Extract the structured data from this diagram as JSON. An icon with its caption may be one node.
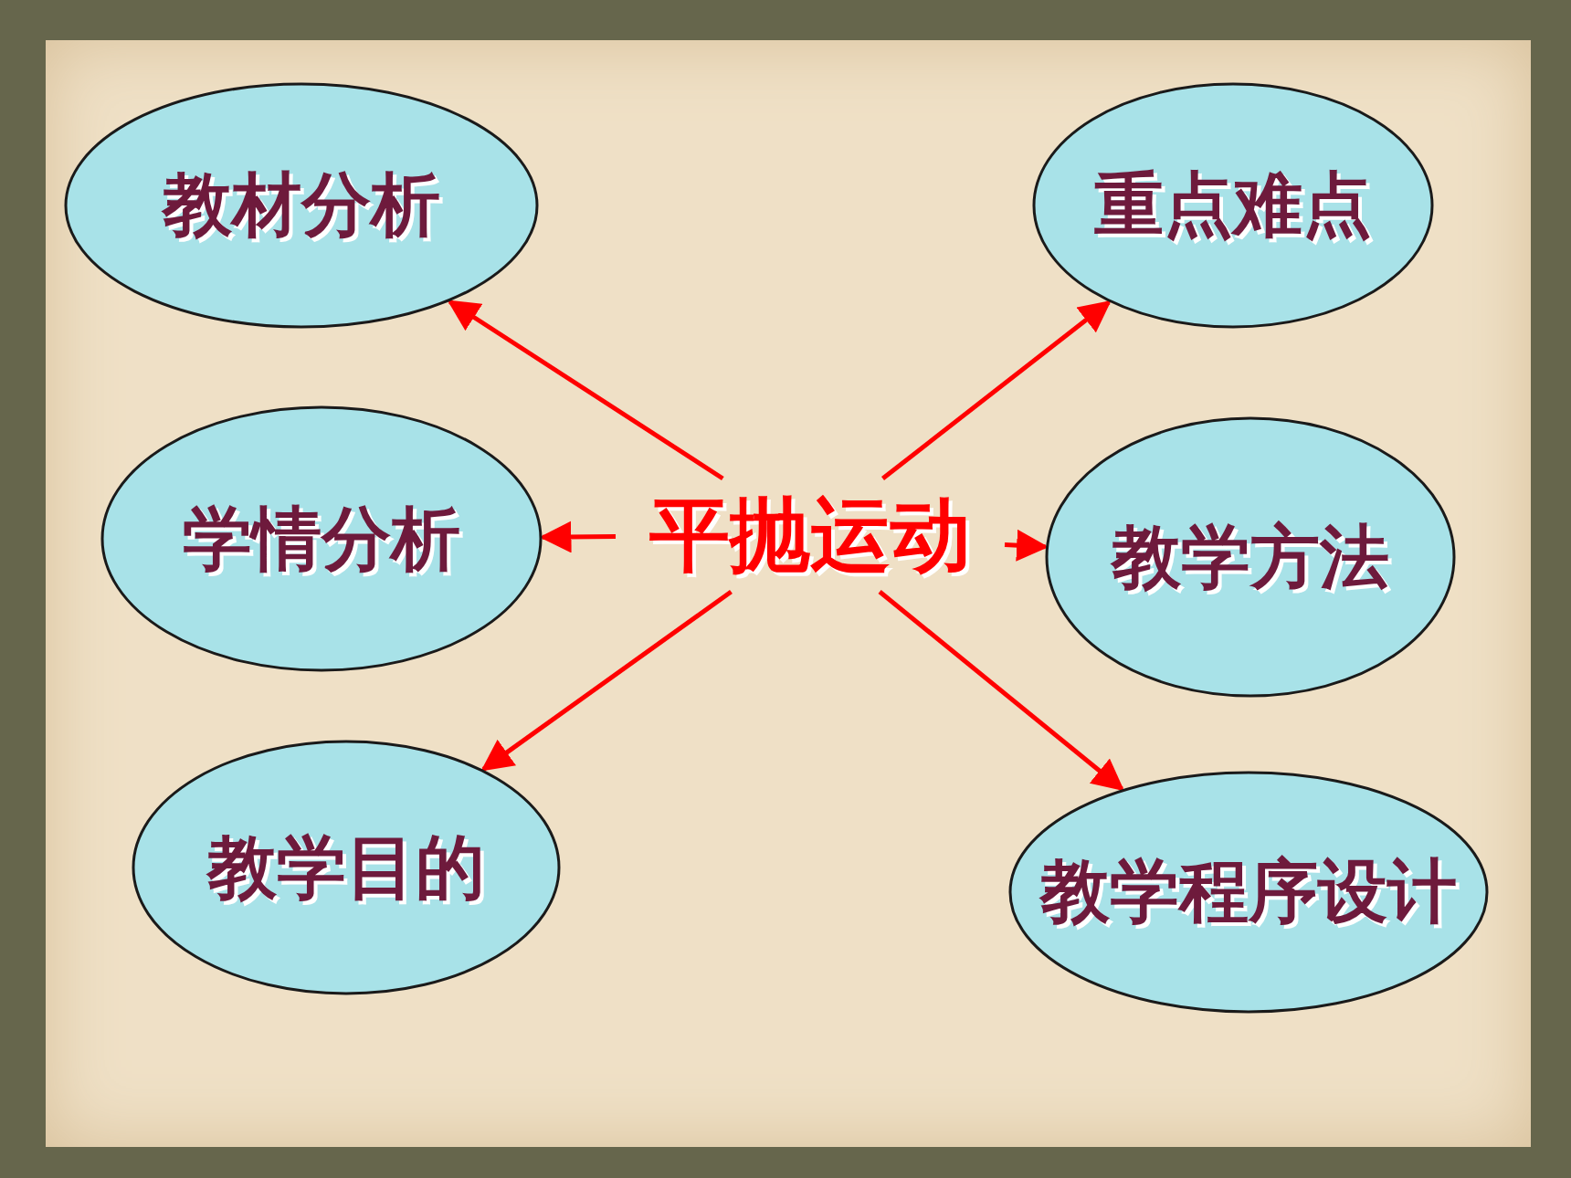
{
  "diagram": {
    "nodes": [
      {
        "text": [
          "教材分析"
        ]
      },
      {
        "text": [
          "重点难点"
        ]
      },
      {
        "text": [
          "学情分析"
        ]
      },
      {
        "text": [
          "平抛运动"
        ]
      },
      {
        "text": [
          "教学方法"
        ]
      },
      {
        "text": [
          "教学目的"
        ]
      },
      {
        "text": [
          "教学程序设计"
        ]
      }
    ],
    "edges": [
      {
        "from": 3,
        "to": 0,
        "arrow": "to"
      },
      {
        "from": 3,
        "to": 1,
        "arrow": "to"
      },
      {
        "from": 3,
        "to": 2,
        "arrow": "to"
      },
      {
        "from": 3,
        "to": 4,
        "arrow": "to"
      },
      {
        "from": 3,
        "to": 5,
        "arrow": "to"
      },
      {
        "from": 3,
        "to": 6,
        "arrow": "to"
      }
    ]
  }
}
